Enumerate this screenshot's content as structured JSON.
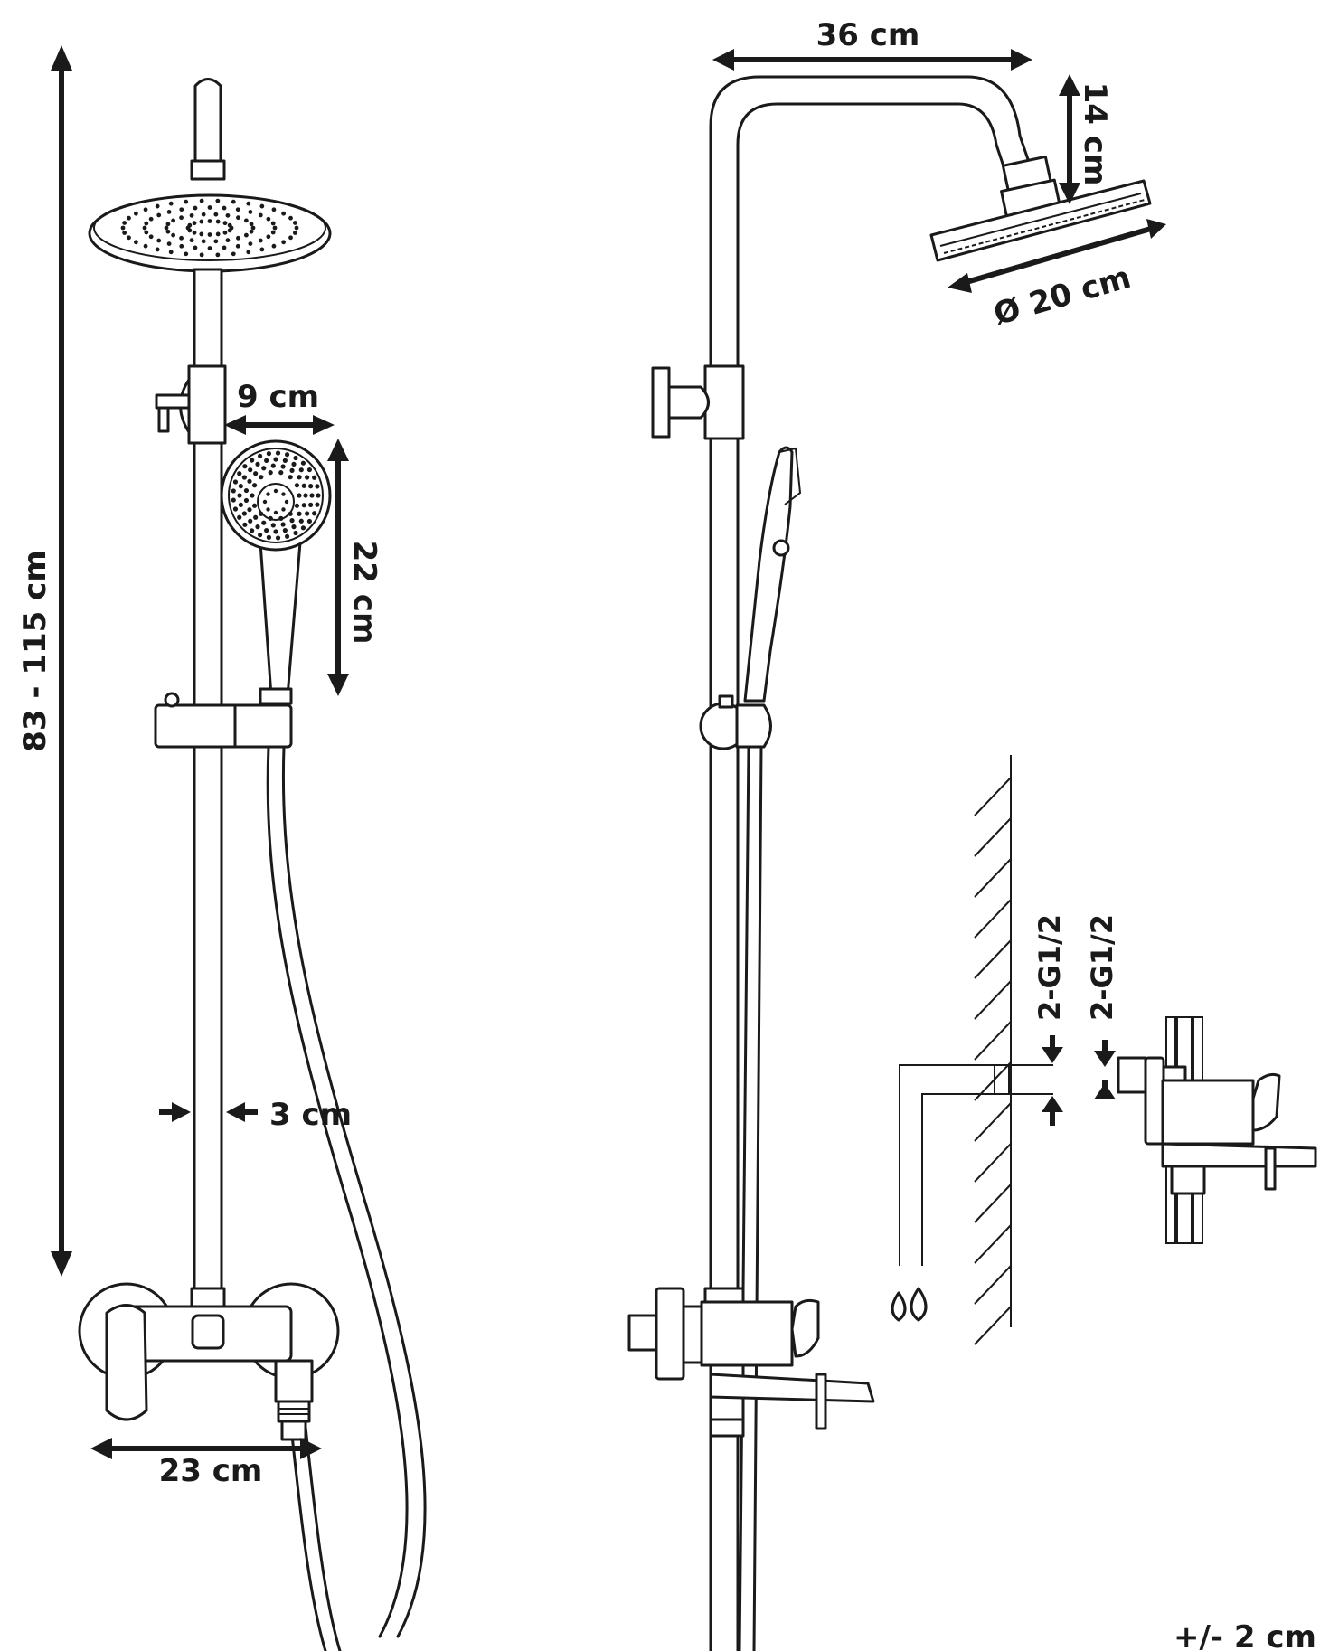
{
  "dimensions": {
    "total_height": "83 - 115 cm",
    "rod_diameter": "3 cm",
    "mixer_width": "23 cm",
    "handshower_offset": "9 cm",
    "handshower_length": "22 cm",
    "arm_reach": "36 cm",
    "head_drop": "14 cm",
    "head_diameter": "Ø 20 cm",
    "inlet_thread_left": "2-G1/2",
    "inlet_thread_right": "2-G1/2",
    "tolerance": "+/- 2 cm"
  },
  "colors": {
    "line": "#1a1a1a",
    "background": "#ffffff"
  },
  "icons": {
    "water": "water-drops-icon"
  }
}
